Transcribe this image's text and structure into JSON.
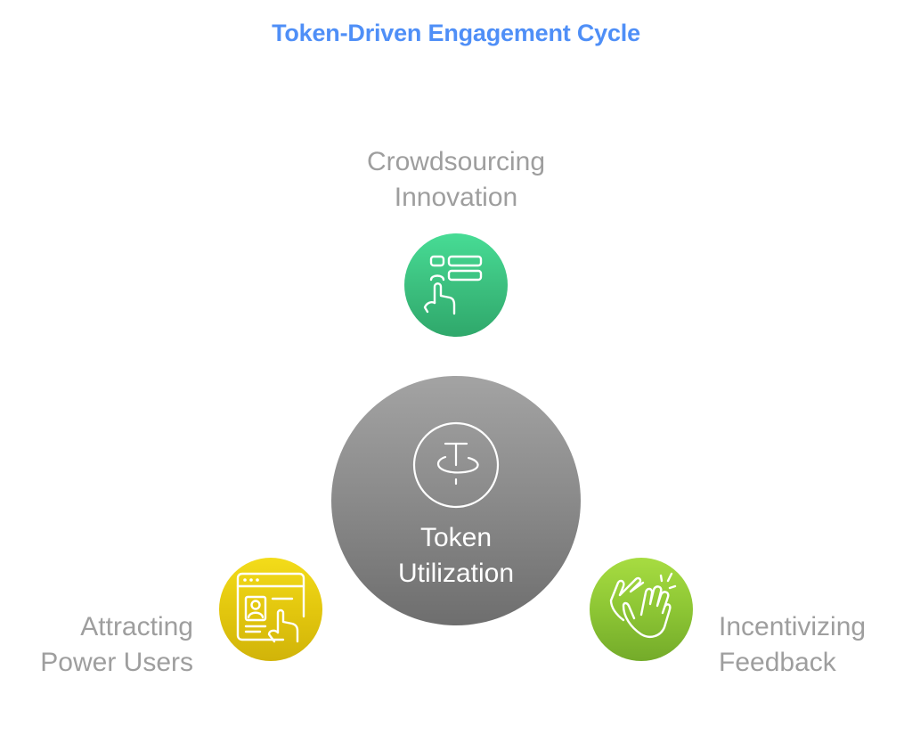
{
  "title": "Token-Driven Engagement Cycle",
  "center": {
    "line1": "Token",
    "line2": "Utilization",
    "icon": "token-rotate-icon",
    "color": "#8a8a8a"
  },
  "nodes": [
    {
      "line1": "Crowdsourcing",
      "line2": "Innovation",
      "icon": "touch-select-list-icon",
      "color": "#3cc07f",
      "position": "top"
    },
    {
      "line1": "Attracting",
      "line2": "Power Users",
      "icon": "browser-profile-click-icon",
      "color": "#e3c70e",
      "position": "bottom-left"
    },
    {
      "line1": "Incentivizing",
      "line2": "Feedback",
      "icon": "clapping-hands-icon",
      "color": "#8dc634",
      "position": "bottom-right"
    }
  ],
  "colors": {
    "title": "#4f8ff7",
    "label": "#9e9e9e"
  }
}
